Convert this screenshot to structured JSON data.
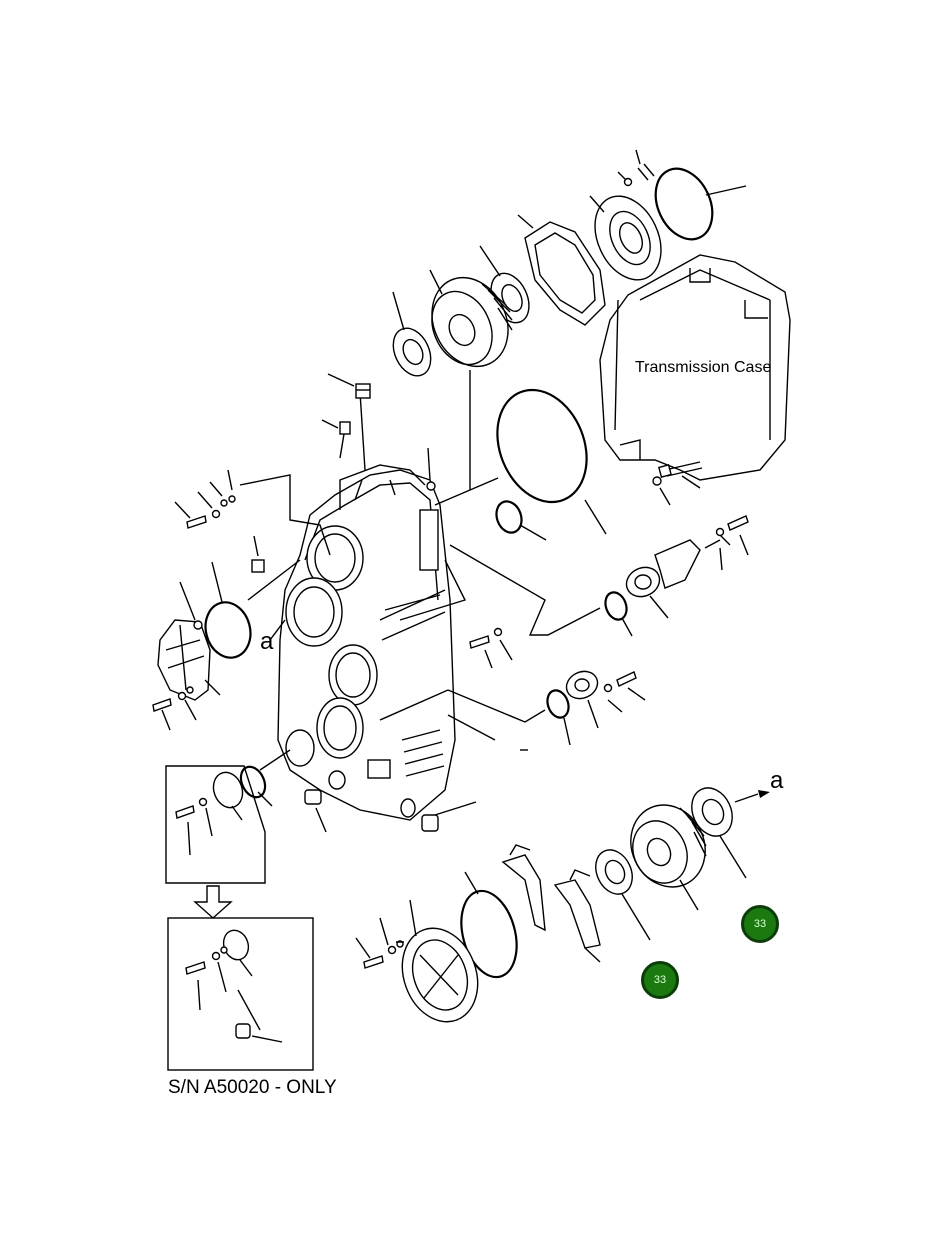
{
  "diagram": {
    "labels": {
      "transmission_case": "Transmission Case",
      "serial_note": "S/N A50020 - ONLY",
      "ref_a_left": "a",
      "ref_a_right": "a"
    },
    "callouts": [
      {
        "id": "callout-1",
        "text": "33",
        "color": "#1a7a10"
      },
      {
        "id": "callout-2",
        "text": "33",
        "color": "#1a7a10"
      }
    ],
    "icons": [
      "down-arrow-icon"
    ],
    "colors": {
      "lines": "#000000",
      "background": "#ffffff",
      "callout": "#1a7a10"
    }
  }
}
